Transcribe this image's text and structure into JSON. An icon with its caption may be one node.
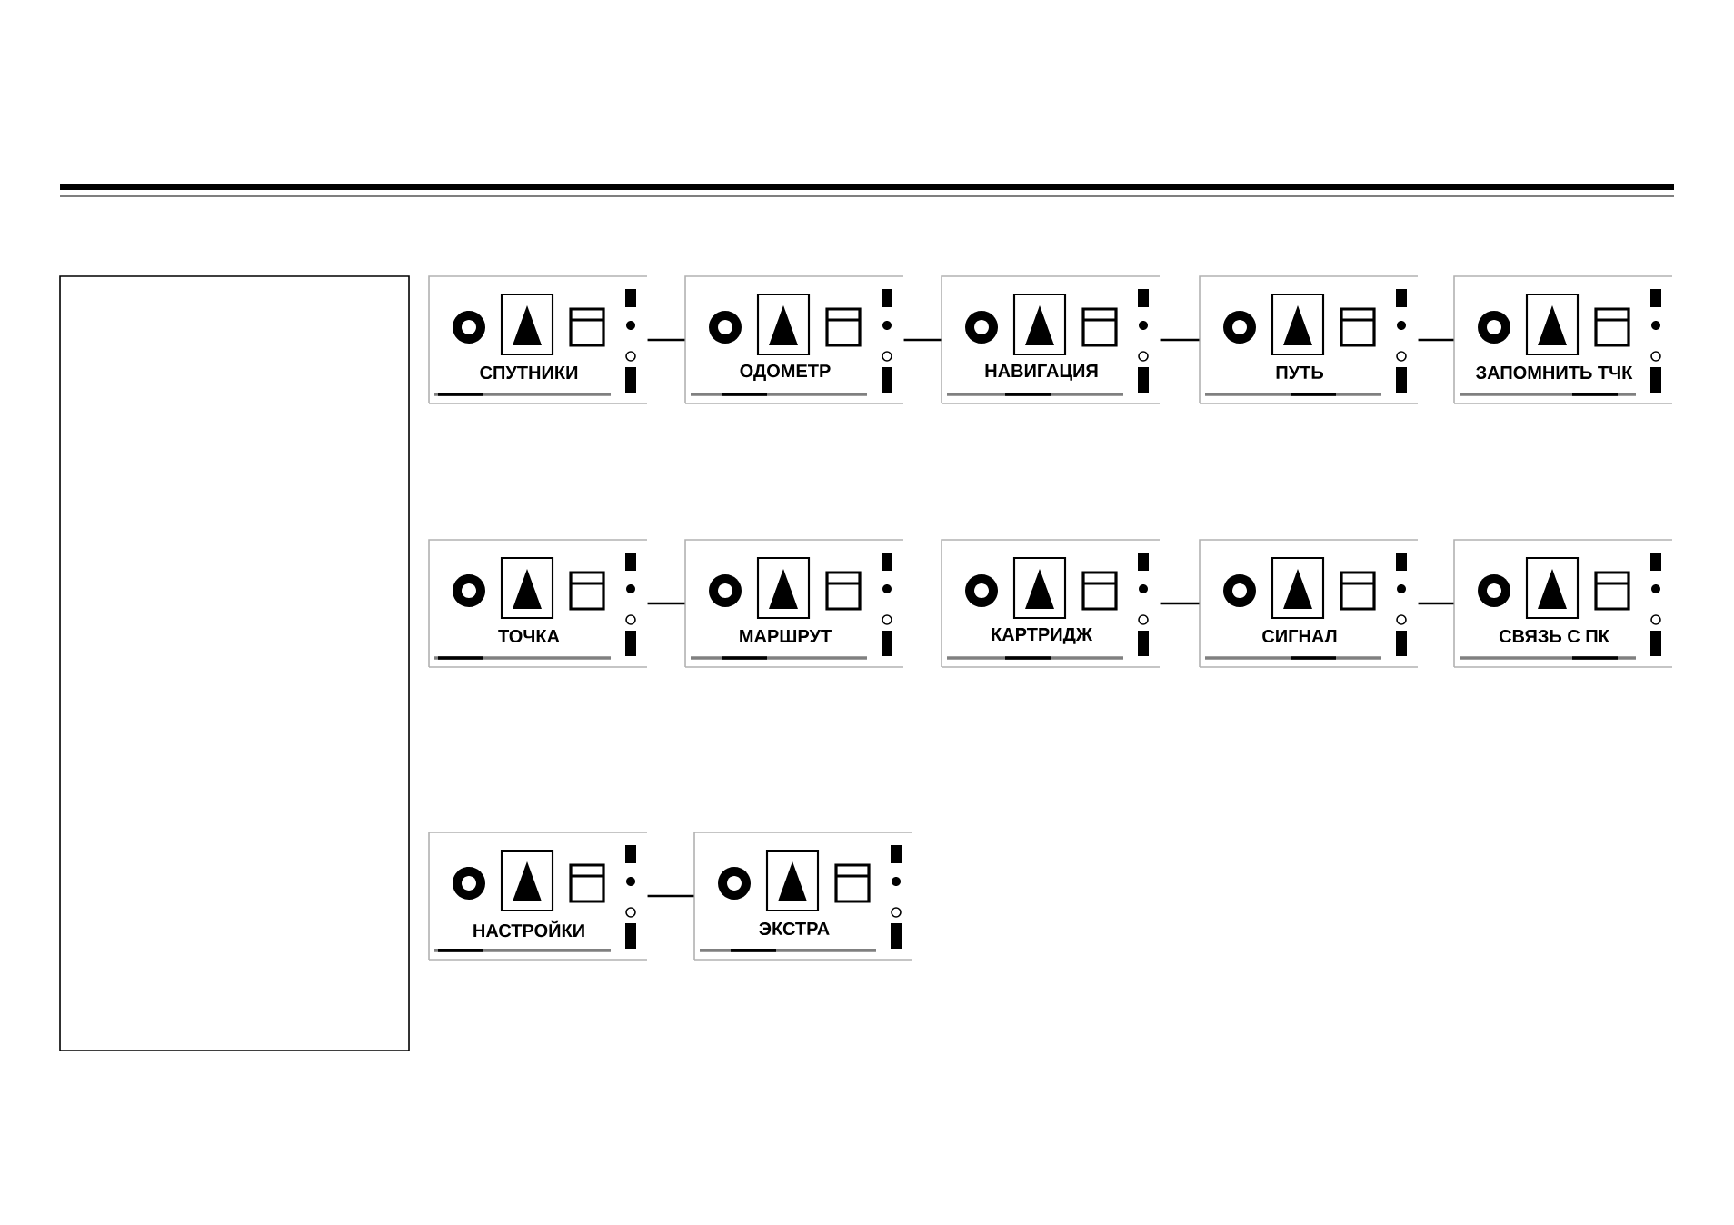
{
  "diagram": {
    "nodes": [
      {
        "text": [
          "СПУТНИКИ"
        ]
      },
      {
        "text": [
          "ОДОМЕТР"
        ]
      },
      {
        "text": [
          "НАВИГАЦИЯ"
        ]
      },
      {
        "text": [
          "ПУТЬ"
        ]
      },
      {
        "text": [
          "ЗАПОМНИТЬ ТЧК"
        ]
      },
      {
        "text": [
          "ТОЧКА"
        ]
      },
      {
        "text": [
          "МАРШРУТ"
        ]
      },
      {
        "text": [
          "КАРТРИДЖ"
        ]
      },
      {
        "text": [
          "СИГНАЛ"
        ]
      },
      {
        "text": [
          "СВЯЗЬ С ПК"
        ]
      },
      {
        "text": [
          "НАСТРОЙКИ"
        ]
      },
      {
        "text": [
          "ЭКСТРА"
        ]
      }
    ],
    "edges": [
      {
        "from": 0,
        "to": 1,
        "arrow": "none"
      },
      {
        "from": 1,
        "to": 2,
        "arrow": "none"
      },
      {
        "from": 2,
        "to": 3,
        "arrow": "none"
      },
      {
        "from": 3,
        "to": 4,
        "arrow": "none"
      },
      {
        "from": 5,
        "to": 6,
        "arrow": "none"
      },
      {
        "from": 7,
        "to": 8,
        "arrow": "none"
      },
      {
        "from": 8,
        "to": 9,
        "arrow": "none"
      },
      {
        "from": 10,
        "to": 11,
        "arrow": "none"
      }
    ]
  }
}
